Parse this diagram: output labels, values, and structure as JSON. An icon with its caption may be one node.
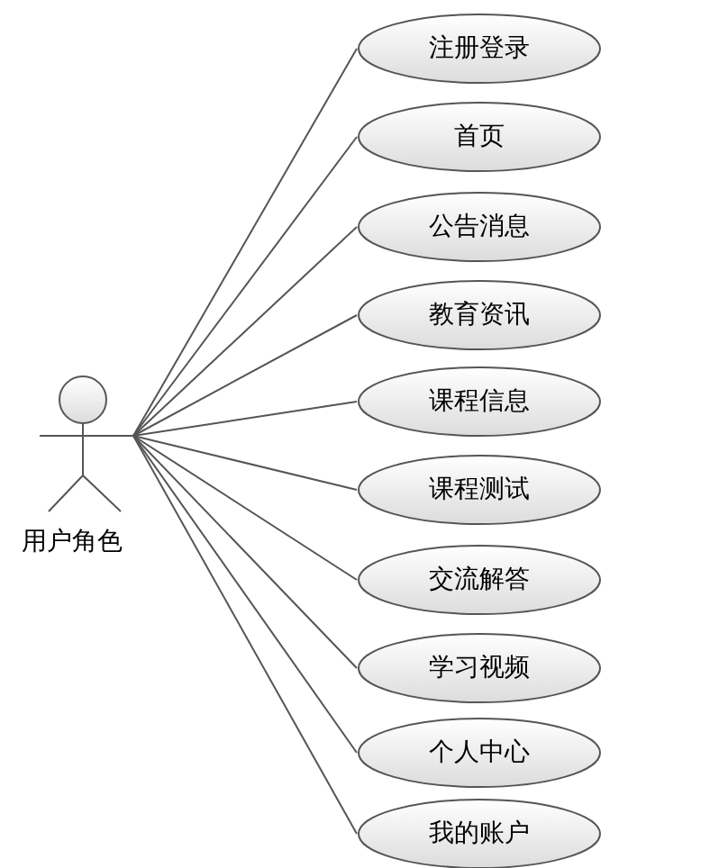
{
  "diagram": {
    "nodes": [
      {
        "text": [
          "用户角色"
        ]
      },
      {
        "text": [
          "注册登录"
        ]
      },
      {
        "text": [
          "首页"
        ]
      },
      {
        "text": [
          "公告消息"
        ]
      },
      {
        "text": [
          "教育资讯"
        ]
      },
      {
        "text": [
          "课程信息"
        ]
      },
      {
        "text": [
          "课程测试"
        ]
      },
      {
        "text": [
          "交流解答"
        ]
      },
      {
        "text": [
          "学习视频"
        ]
      },
      {
        "text": [
          "个人中心"
        ]
      },
      {
        "text": [
          "我的账户"
        ]
      }
    ],
    "edges": [
      {
        "from": 0,
        "to": 1,
        "arrow": "none"
      },
      {
        "from": 0,
        "to": 2,
        "arrow": "none"
      },
      {
        "from": 0,
        "to": 3,
        "arrow": "none"
      },
      {
        "from": 0,
        "to": 4,
        "arrow": "none"
      },
      {
        "from": 0,
        "to": 5,
        "arrow": "none"
      },
      {
        "from": 0,
        "to": 6,
        "arrow": "none"
      },
      {
        "from": 0,
        "to": 7,
        "arrow": "none"
      },
      {
        "from": 0,
        "to": 8,
        "arrow": "none"
      },
      {
        "from": 0,
        "to": 9,
        "arrow": "none"
      },
      {
        "from": 0,
        "to": 10,
        "arrow": "none"
      }
    ]
  }
}
